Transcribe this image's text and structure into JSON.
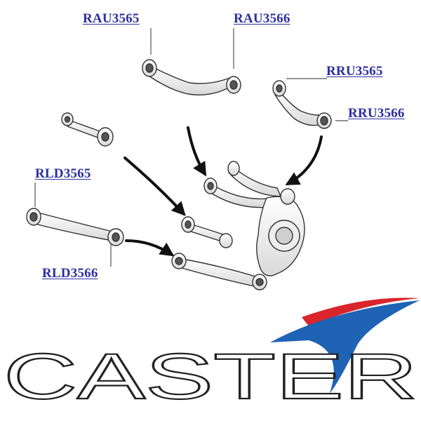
{
  "labels": {
    "rau3565": "RAU3565",
    "rau3566": "RAU3566",
    "rru3565": "RRU3565",
    "rru3566": "RRU3566",
    "rld3565": "RLD3565",
    "rld3566": "RLD3566"
  },
  "logo": {
    "text": "CASTER",
    "icon": "swoosh-logo-icon",
    "colors": {
      "red": "#d8262c",
      "blue": "#1e63b4",
      "outline": "#222222"
    }
  },
  "colors": {
    "label": "#2b2f9e",
    "arrow": "#111111",
    "part_outline": "#333333"
  }
}
